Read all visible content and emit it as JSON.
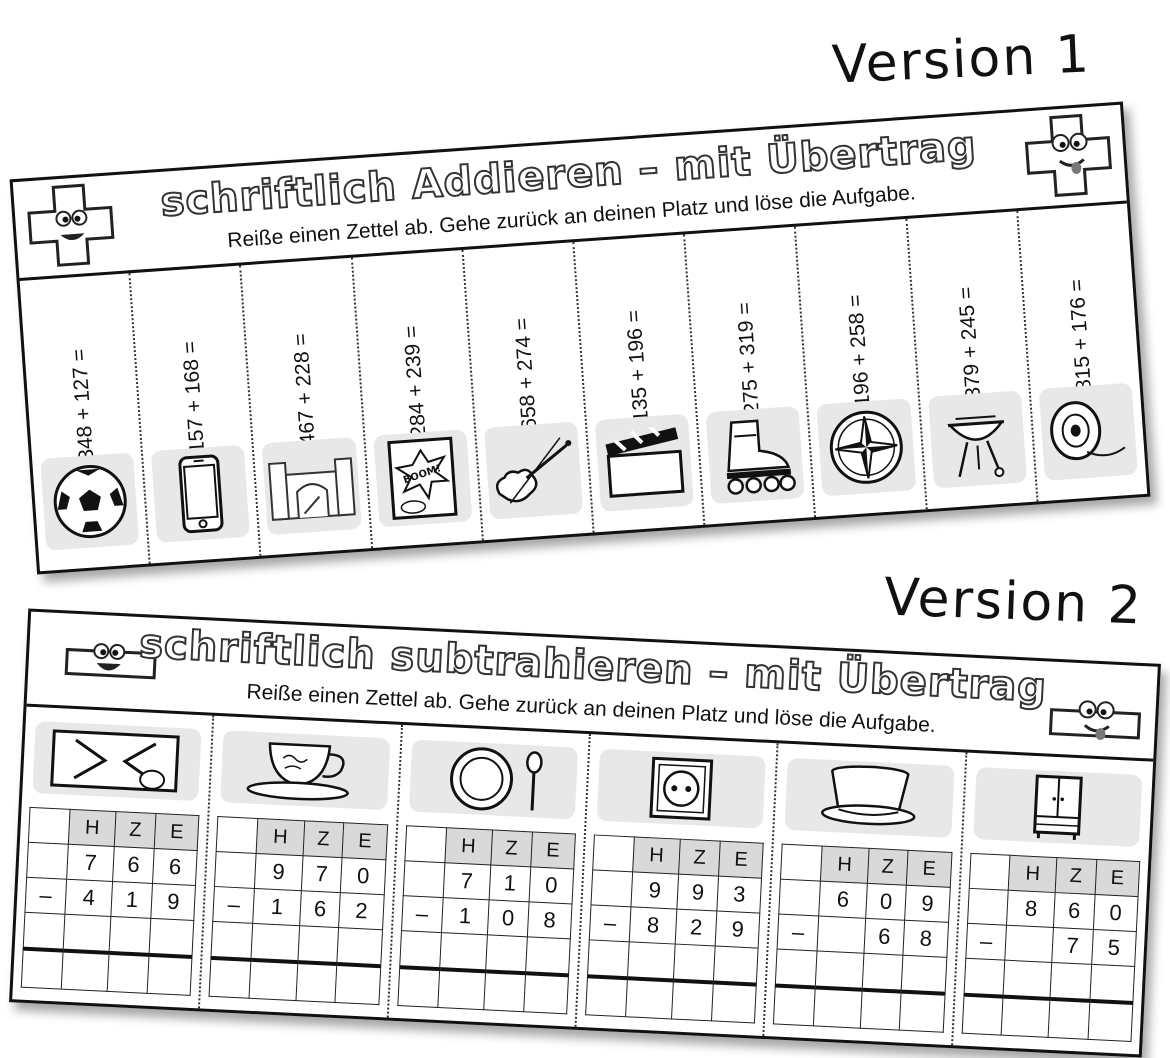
{
  "version1": {
    "label": "Version 1",
    "title": "schriftlich Addieren – mit Übertrag",
    "instruction": "Reiße einen Zettel ab. Gehe zurück an deinen Platz und löse die Aufgabe.",
    "tasks": [
      {
        "text": "348 + 127 =",
        "icon": "soccer-ball-icon"
      },
      {
        "text": "157 + 168 =",
        "icon": "smartphone-icon"
      },
      {
        "text": "467 + 228 =",
        "icon": "bouncy-castle-icon"
      },
      {
        "text": "284 + 239 =",
        "icon": "comic-book-icon"
      },
      {
        "text": "658 + 274 =",
        "icon": "violin-icon"
      },
      {
        "text": "135 + 196 =",
        "icon": "clapperboard-icon"
      },
      {
        "text": "275 + 319 =",
        "icon": "inline-skate-icon"
      },
      {
        "text": "196 + 258 =",
        "icon": "compass-rose-icon"
      },
      {
        "text": "379 + 245 =",
        "icon": "grill-icon"
      },
      {
        "text": "815 + 176 =",
        "icon": "yoyo-icon"
      }
    ],
    "comic_text": "BOOM!"
  },
  "version2": {
    "label": "Version 2",
    "title": "schriftlich subtrahieren – mit Übertrag",
    "instruction": "Reiße einen Zettel ab. Gehe zurück an deinen Platz und löse die Aufgabe.",
    "headers": [
      "H",
      "Z",
      "E"
    ],
    "minus": "–",
    "tasks": [
      {
        "icon": "mousepad-icon",
        "top": [
          "7",
          "6",
          "6"
        ],
        "bottom": [
          "4",
          "1",
          "9"
        ]
      },
      {
        "icon": "teacup-icon",
        "top": [
          "9",
          "7",
          "0"
        ],
        "bottom": [
          "1",
          "6",
          "2"
        ]
      },
      {
        "icon": "plate-spoon-icon",
        "top": [
          "7",
          "1",
          "0"
        ],
        "bottom": [
          "1",
          "0",
          "8"
        ]
      },
      {
        "icon": "power-socket-icon",
        "top": [
          "9",
          "9",
          "3"
        ],
        "bottom": [
          "8",
          "2",
          "9"
        ]
      },
      {
        "icon": "flower-pot-icon",
        "top": [
          "6",
          "0",
          "9"
        ],
        "bottom": [
          "",
          "6",
          "8"
        ]
      },
      {
        "icon": "wardrobe-icon",
        "top": [
          "8",
          "6",
          "0"
        ],
        "bottom": [
          "",
          "7",
          "5"
        ]
      }
    ]
  }
}
